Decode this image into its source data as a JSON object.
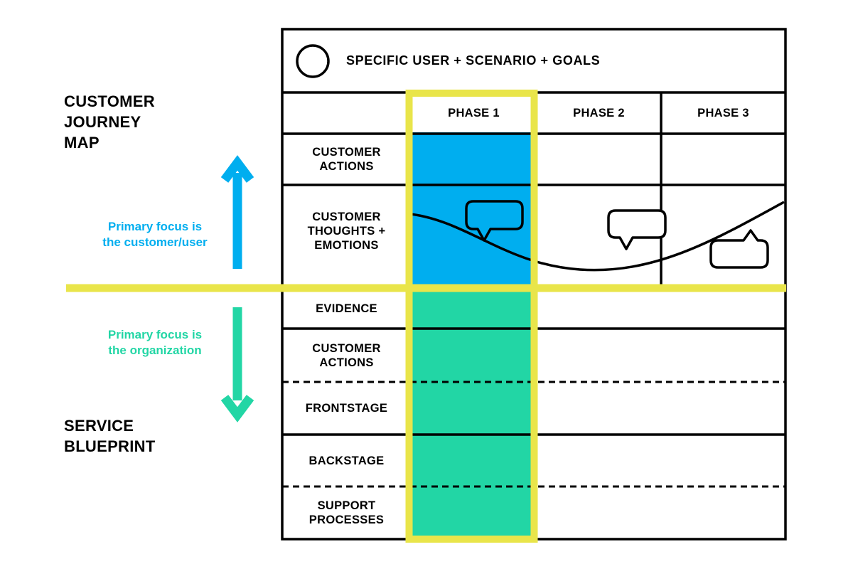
{
  "annotations": {
    "journey_title": "CUSTOMER\nJOURNEY\nMAP",
    "blueprint_title": "SERVICE\nBLUEPRINT",
    "customer_focus": "Primary focus is\nthe customer/user",
    "organization_focus": "Primary focus is\nthe organization"
  },
  "table": {
    "header": "SPECIFIC USER + SCENARIO + GOALS",
    "phases": [
      "PHASE 1",
      "PHASE 2",
      "PHASE 3"
    ],
    "journey_rows": [
      "CUSTOMER\nACTIONS",
      "CUSTOMER\nTHOUGHTS +\nEMOTIONS"
    ],
    "blueprint_rows": [
      "EVIDENCE",
      "CUSTOMER\nACTIONS",
      "FRONTSTAGE",
      "BACKSTAGE",
      "SUPPORT\nPROCESSES"
    ]
  },
  "icons": {
    "user_circle": "user-circle-icon",
    "speech_bubbles": [
      "speech-bubble-phase1",
      "speech-bubble-phase2",
      "speech-bubble-phase3"
    ]
  },
  "colors": {
    "customer_blue": "#00AEEF",
    "organization_green": "#22D6A5",
    "highlight_yellow": "#E9E54A",
    "line_black": "#000000"
  }
}
